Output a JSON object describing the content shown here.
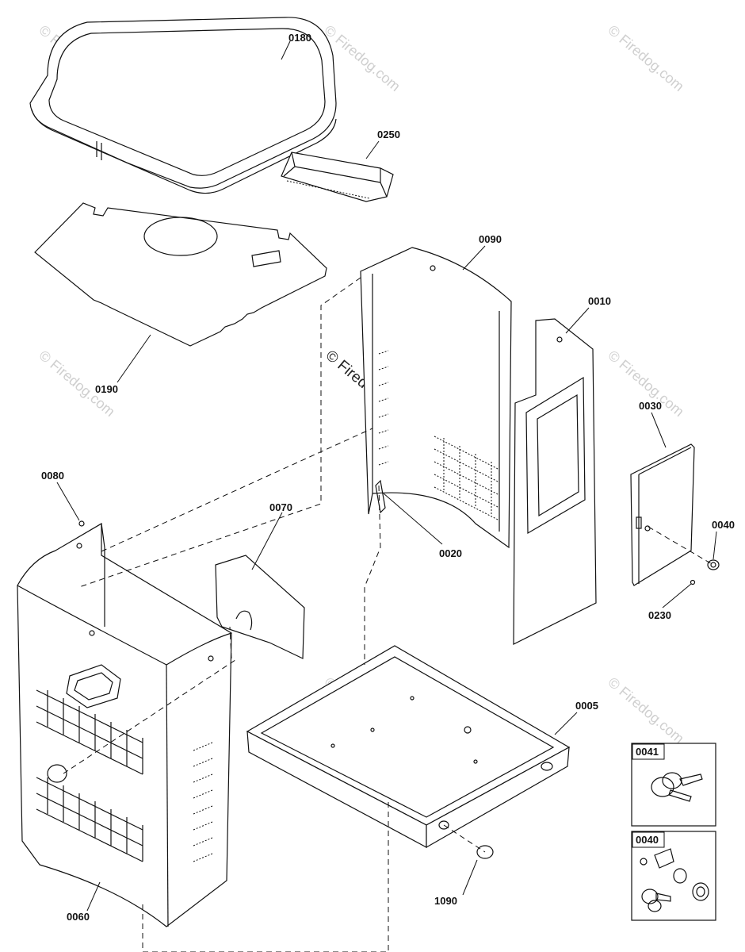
{
  "watermark": "© Firedog.com",
  "parts": {
    "p0180": "0180",
    "p0250": "0250",
    "p0190": "0190",
    "p0090": "0090",
    "p0010": "0010",
    "p0030": "0030",
    "p0040": "0040",
    "p0230": "0230",
    "p0020": "0020",
    "p0080": "0080",
    "p0070": "0070",
    "p0060": "0060",
    "p0005": "0005",
    "p1090": "1090"
  },
  "insets": {
    "key_kit": "0041",
    "lock_kit": "0040"
  }
}
